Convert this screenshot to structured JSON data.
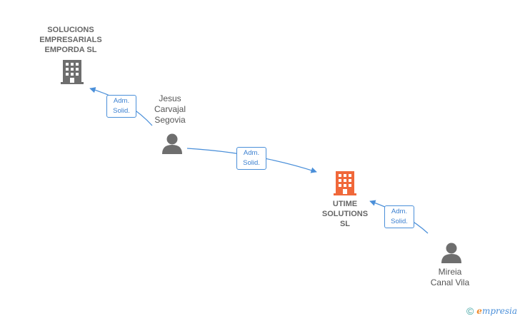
{
  "nodes": {
    "company_top": {
      "label": "SOLUCIONS\nEMPRESARIALS\nEMPORDA  SL",
      "icon": "building-icon",
      "color": "#6e6e6e"
    },
    "company_main": {
      "label": "UTIME\nSOLUTIONS\nSL",
      "icon": "building-icon",
      "color": "#f0683a"
    },
    "person_jesus": {
      "label": "Jesus\nCarvajal\nSegovia",
      "icon": "person-icon",
      "color": "#6e6e6e"
    },
    "person_mireia": {
      "label": "Mireia\nCanal Vila",
      "icon": "person-icon",
      "color": "#6e6e6e"
    }
  },
  "edges": [
    {
      "from": "person_jesus",
      "to": "company_top",
      "role_line1": "Adm.",
      "role_line2": "Solid."
    },
    {
      "from": "person_jesus",
      "to": "company_main",
      "role_line1": "Adm.",
      "role_line2": "Solid."
    },
    {
      "from": "person_mireia",
      "to": "company_main",
      "role_line1": "Adm.",
      "role_line2": "Solid."
    }
  ],
  "edge_color": "#4a8fd9",
  "watermark": {
    "copyright": "©",
    "brand_initial": "e",
    "brand_rest": "mpresia"
  }
}
